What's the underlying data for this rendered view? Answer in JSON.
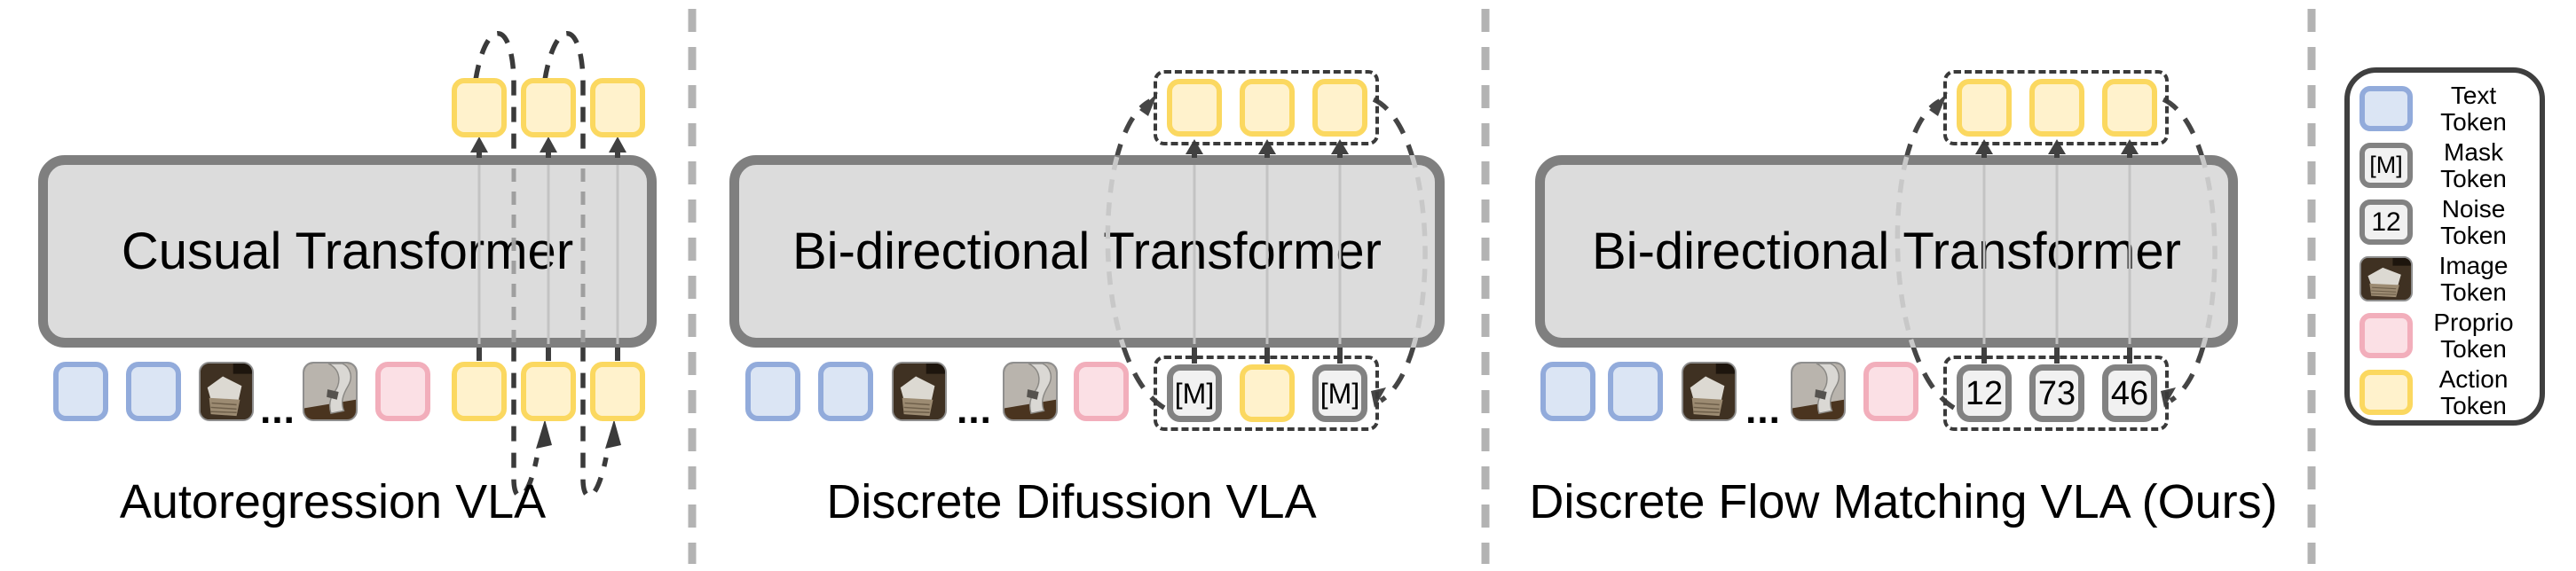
{
  "figure": {
    "panels": [
      {
        "caption": "Autoregression VLA",
        "transformer_label": "Cusual Transformer"
      },
      {
        "caption": "Discrete Difussion VLA",
        "transformer_label": "Bi-directional Transformer"
      },
      {
        "caption": "Discrete Flow Matching VLA (Ours)",
        "transformer_label": "Bi-directional Transformer"
      }
    ],
    "dots": "...",
    "mask_glyph": "[M]",
    "noise_values": [
      "12",
      "73",
      "46"
    ]
  },
  "legend": {
    "items": [
      {
        "swatch": "text-token",
        "line1": "Text",
        "line2": "Token"
      },
      {
        "swatch": "mask-token",
        "glyph": "[M]",
        "line1": "Mask",
        "line2": "Token"
      },
      {
        "swatch": "noise-token",
        "glyph": "12",
        "line1": "Noise",
        "line2": "Token"
      },
      {
        "swatch": "image-token",
        "line1": "Image",
        "line2": "Token"
      },
      {
        "swatch": "proprio-token",
        "line1": "Proprio",
        "line2": "Token"
      },
      {
        "swatch": "action-token",
        "line1": "Action",
        "line2": "Token"
      }
    ]
  },
  "colors": {
    "text-fill": "#dbe5f4",
    "text-border": "#92abdb",
    "action-fill": "#fff2cc",
    "action-border": "#fbd860",
    "proprio-fill": "#fbe0e5",
    "proprio-border": "#f2aebb",
    "mask-fill": "#f1f1f1",
    "mask-border": "#828282",
    "box-fill": "#dcdcdc",
    "box-border": "#7f7f7f",
    "legend-border": "#3f3f3f",
    "divider": "#b3b3b3",
    "arrow": "#404040"
  }
}
